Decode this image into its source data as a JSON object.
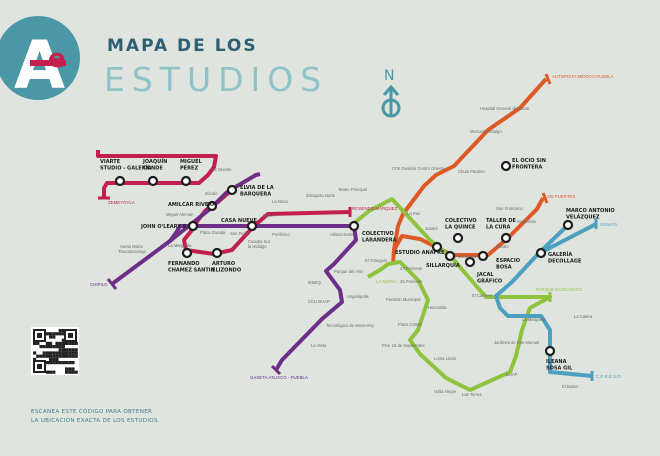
{
  "header": {
    "title_line1": "MAPA DE LOS",
    "title_line2": "ESTUDIOS",
    "logo_letter": "A",
    "logo_superscript": "e",
    "compass_letter": "N"
  },
  "colors": {
    "background": "#dfe4df",
    "logo_circle": "#4a97a6",
    "title_dark": "#2e5f73",
    "title_light": "#8fc3c7",
    "red_line": "#c2204e",
    "purple_line": "#6d2e87",
    "orange_line": "#dd5a27",
    "green_line": "#8fc33f",
    "blue_line": "#4c9fbf"
  },
  "studios": [
    {
      "id": "viarte",
      "label": [
        "VIARTE",
        "STUDIO - GALERÍA"
      ]
    },
    {
      "id": "joaquin",
      "label": [
        "JOAQUÍN",
        "CONDE"
      ]
    },
    {
      "id": "miguel",
      "label": [
        "MIGUEL",
        "PÉREZ"
      ]
    },
    {
      "id": "elvia",
      "label": [
        "ELVIA DE LA",
        "BARQUERA"
      ]
    },
    {
      "id": "amilcar",
      "label": [
        "AMILCAR RIVERA"
      ]
    },
    {
      "id": "johnoleary",
      "label": [
        "JOHN O'LEARY S."
      ]
    },
    {
      "id": "casanueve",
      "label": [
        "CASA NUEVE"
      ]
    },
    {
      "id": "fernando",
      "label": [
        "FERNANDO",
        "CHAMEZ SANTIN"
      ]
    },
    {
      "id": "arturo",
      "label": [
        "ARTURO",
        "ELIZONDO"
      ]
    },
    {
      "id": "colectivo_lar",
      "label": [
        "COLECTIVO",
        "LARANDERA"
      ]
    },
    {
      "id": "anafre",
      "label": [
        "ESTUDIO ANAFRE"
      ]
    },
    {
      "id": "quince",
      "label": [
        "COLECTIVO",
        "LA QUINCE"
      ]
    },
    {
      "id": "sillarquia",
      "label": [
        "SILLARQUÍA"
      ]
    },
    {
      "id": "taller",
      "label": [
        "TALLER DE",
        "LA CURA"
      ]
    },
    {
      "id": "espacio",
      "label": [
        "ESPACIO",
        "BOSA"
      ]
    },
    {
      "id": "jacal",
      "label": [
        "JACAL",
        "GRÁFICO"
      ]
    },
    {
      "id": "ocio",
      "label": [
        "EL OCIO SIN",
        "FRONTERA"
      ]
    },
    {
      "id": "marco",
      "label": [
        "MARCO ANTONIO",
        "VELÁZQUEZ"
      ]
    },
    {
      "id": "decollage",
      "label": [
        "GALERÍA",
        "DECOLLAGE"
      ]
    },
    {
      "id": "ileana",
      "label": [
        "ILEANA",
        "SOSA GIL"
      ]
    }
  ],
  "stops": [
    "12 Oriente",
    "Zócalo",
    "Miguel Alemán",
    "La Margarita",
    "Santa María",
    "Tlaxcalancingo",
    "San Pedro",
    "Cuautla Sur",
    "la Hidalgo",
    "Plaza Dorada",
    "UDLA",
    "Periférico",
    "La Noria",
    "Atlixco Norte",
    "Zaragoza Norte",
    "Parque del Arte",
    "IEBEQ",
    "CCU BUAP",
    "Angelópolis",
    "Tecnológico de Monterrey",
    "La Vista",
    "27 Poniente",
    "El Triángulo",
    "Teatro Principal",
    "CFE División Centro Oriente",
    "Mercado Hidalgo",
    "Hospital General del Norte",
    "Chula Paraíso",
    "Paseo Bravo",
    "La Paz",
    "Juárez",
    "25 Poniente",
    "Panteón Municipal",
    "Huexotitla",
    "Plaza Cristal",
    "Prol. 16 de Septiembre",
    "Loma Linda",
    "Volta Alegre",
    "Las Torres",
    "BUAP",
    "Jardines de San Manuel",
    "La Margarita",
    "El Carmen",
    "San Francisco",
    "Xanenetla",
    "Zócalo",
    "La Calera",
    "El Batán"
  ],
  "terminals": {
    "zemeyoyla": "ZEMEYOYLA",
    "chipilo": "CHIPILO",
    "rosendo": "ROSENDO MÁRQUEZ",
    "sonata": "SONATA",
    "autopista": "AUTOPISTA MÉXICO-PUEBLA",
    "los_fuertes": "LOS FUERTES",
    "cereso": "C.E.R.E.S.O",
    "parque_ecologico": "PARQUE ECOLÓGICO",
    "la_noria": "LA NORIA",
    "cesarita": "GASETA ATLIXCO - PUEBLA"
  },
  "qr": {
    "caption_line1": "ESCANEA ESTE CÓDIGO PARA OBTENER",
    "caption_line2": "LA UBICACIÓN EXACTA DE LOS ESTUDIOS."
  }
}
